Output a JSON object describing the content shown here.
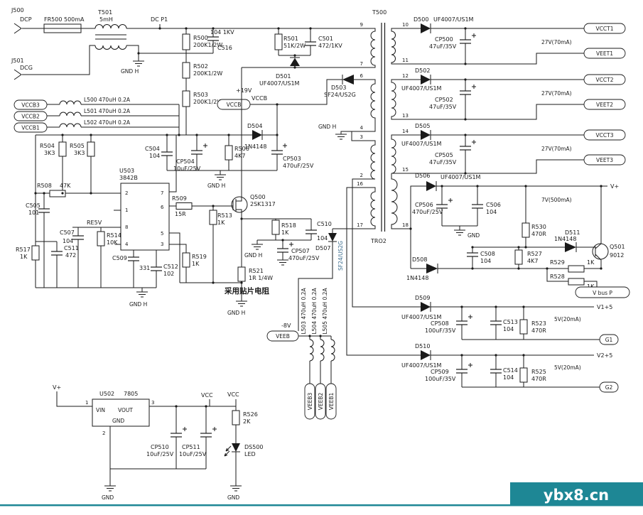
{
  "colors": {
    "ink": "#1a1a1a",
    "teal": "#1e8795",
    "blue_label": "#3d6e8f"
  },
  "watermark": {
    "text": "ybx8.cn"
  },
  "common": {
    "gnd_h": "GND H",
    "gnd": "GND",
    "out27": "27V(70mA)",
    "out5": "5V(20mA)"
  },
  "input": {
    "j500": "J500",
    "dcp": "DCP",
    "j501": "J501",
    "dcg": "DCG",
    "fuse": "FR500 500mA",
    "t501": {
      "ref": "T501",
      "val": "5mH"
    },
    "dc_p1": "DC P1"
  },
  "primary": {
    "r500": {
      "ref": "R500",
      "val": "200K1/2W"
    },
    "r502": {
      "ref": "R502",
      "val": "200K1/2W"
    },
    "r503": {
      "ref": "R503",
      "val": "200K1/2W"
    },
    "c516": {
      "ref": "C516",
      "val": "104 1KV"
    },
    "r501": {
      "ref": "R501",
      "val": "51K/2W"
    },
    "c501": {
      "ref": "C501",
      "val": "472/1KV"
    },
    "d501": {
      "ref": "D501",
      "val": "UF4007/US1M"
    },
    "d503": {
      "ref": "D503",
      "val": "SF24/US2G"
    },
    "v19": "+19V",
    "vccb": "VCCB"
  },
  "vccb_rail": {
    "badges": [
      "VCCB3",
      "VCCB2",
      "VCCB1"
    ],
    "l500": "L500 470uH 0.2A",
    "l501": "L501 470uH 0.2A",
    "l502": "L502 470uH 0.2A",
    "d504": {
      "ref": "D504",
      "val": "1N4148"
    },
    "r504": {
      "ref": "R504",
      "val": "3K3"
    },
    "r505": {
      "ref": "R505",
      "val": "3K3"
    },
    "c504": {
      "ref": "C504",
      "val": "104"
    },
    "cp504": {
      "ref": "CP504",
      "val": "10uF/25V"
    },
    "r506": {
      "ref": "R506",
      "val": "4K7"
    },
    "cp503": {
      "ref": "CP503",
      "val": "470uF/25V"
    }
  },
  "controller": {
    "u503": {
      "ref": "U503",
      "val": "3842B"
    },
    "pins": {
      "p1": "1",
      "p2": "2",
      "p3": "3",
      "p4": "4",
      "p5": "5",
      "p6": "6",
      "p7": "7",
      "p8": "8"
    },
    "r508": {
      "ref": "R508",
      "val": "47K"
    },
    "c505": {
      "ref": "C505",
      "val": "101"
    },
    "c507": {
      "ref": "C507",
      "val": "104"
    },
    "re5v": "RE5V",
    "r514": {
      "ref": "R514",
      "val": "10K"
    },
    "r517": {
      "ref": "R517",
      "val": "1K"
    },
    "c511": {
      "ref": "C511",
      "val": "472"
    },
    "c509": {
      "ref": "C509",
      "val": "331"
    },
    "c512": {
      "ref": "C512",
      "val": "102"
    },
    "r509": {
      "ref": "R509",
      "val": "15R"
    },
    "r513": {
      "ref": "R513",
      "val": "1K"
    },
    "q500": {
      "ref": "Q500",
      "val": "2SK1317"
    },
    "r519": {
      "ref": "R519",
      "val": "1K"
    },
    "r521": {
      "ref": "R521",
      "val": "1R 1/4W"
    },
    "note": "采用贴片电阻"
  },
  "sense": {
    "r518": {
      "ref": "R518",
      "val": "1K"
    },
    "c510": {
      "ref": "C510",
      "val": "104"
    },
    "cp507": {
      "ref": "CP507",
      "val": "470uF/25V"
    },
    "d507": {
      "ref": "D507",
      "val": "SF24/US2G"
    },
    "neg8": "-8V",
    "veeb": "VEEB",
    "l503": "L503 470uH 0.2A",
    "l504": "L504 470uH 0.2A",
    "l505": "L505 470uH 0.2A",
    "badges": [
      "VEEB3",
      "VEEB2",
      "VEEB1"
    ]
  },
  "t500": {
    "ref": "T500",
    "tro2": "TRO2",
    "left_pins": [
      "9",
      "7",
      "6",
      "4",
      "3",
      "2",
      "16",
      "17"
    ],
    "right_pins": [
      "10",
      "11",
      "12",
      "13",
      "14",
      "15",
      "18"
    ]
  },
  "outputs": {
    "row1": {
      "d": {
        "ref": "D500",
        "val": "UF4007/US1M"
      },
      "cp": {
        "ref": "CP500",
        "val": "47uF/35V"
      },
      "vp": "VCCT1",
      "vn": "VEET1"
    },
    "row2": {
      "d": {
        "ref": "D502",
        "val": "UF4007/US1M"
      },
      "cp": {
        "ref": "CP502",
        "val": "47uF/35V"
      },
      "vp": "VCCT2",
      "vn": "VEET2"
    },
    "row3": {
      "d": {
        "ref": "D505",
        "val": "UF4007/US1M"
      },
      "cp": {
        "ref": "CP505",
        "val": "47uF/35V"
      },
      "vp": "VCCT3",
      "vn": "VEET3"
    },
    "row4": {
      "d506": {
        "ref": "D506",
        "val": "UF4007/US1M"
      },
      "vplus": "V+",
      "out7": "7V(500mA)",
      "cp506": {
        "ref": "CP506",
        "val": "470uF/25V"
      },
      "c506": {
        "ref": "C506",
        "val": "104"
      },
      "r530": {
        "ref": "R530",
        "val": "470R"
      },
      "d511": {
        "ref": "D511",
        "val": "1N4148"
      },
      "q501": {
        "ref": "Q501",
        "val": "9012"
      },
      "c508": {
        "ref": "C508",
        "val": "104"
      },
      "d508": {
        "ref": "D508",
        "val": "1N4148"
      },
      "r527": {
        "ref": "R527",
        "val": "4K7"
      },
      "r529": {
        "ref": "R529",
        "val": "1K"
      },
      "r528": {
        "ref": "R528",
        "val": "1K"
      },
      "vbusp": "V bus P"
    },
    "row5": {
      "d": {
        "ref": "D509",
        "val": "UF4007/US1M"
      },
      "cp": {
        "ref": "CP508",
        "val": "100uF/35V"
      },
      "c": {
        "ref": "C513",
        "val": "104"
      },
      "r": {
        "ref": "R523",
        "val": "470R"
      },
      "vp": "V1+5",
      "g": "G1"
    },
    "row6": {
      "d": {
        "ref": "D510",
        "val": "UF4007/US1M"
      },
      "cp": {
        "ref": "CP509",
        "val": "100uF/35V"
      },
      "c": {
        "ref": "C514",
        "val": "104"
      },
      "r": {
        "ref": "R525",
        "val": "470R"
      },
      "vp": "V2+5",
      "g": "G2"
    }
  },
  "regulator": {
    "vplus": "V+",
    "u502": {
      "ref": "U502",
      "val": "7805"
    },
    "vin": "VIN",
    "vout": "VOUT",
    "gnd": "GND",
    "p1": "1",
    "p2": "2",
    "p3": "3",
    "vcc": "VCC",
    "cp510": {
      "ref": "CP510",
      "val": "10uF/25V"
    },
    "cp511": {
      "ref": "CP511",
      "val": "10uF/25V"
    },
    "r526": {
      "ref": "R526",
      "val": "2K"
    },
    "ds500": {
      "ref": "DS500",
      "val": "LED"
    }
  }
}
